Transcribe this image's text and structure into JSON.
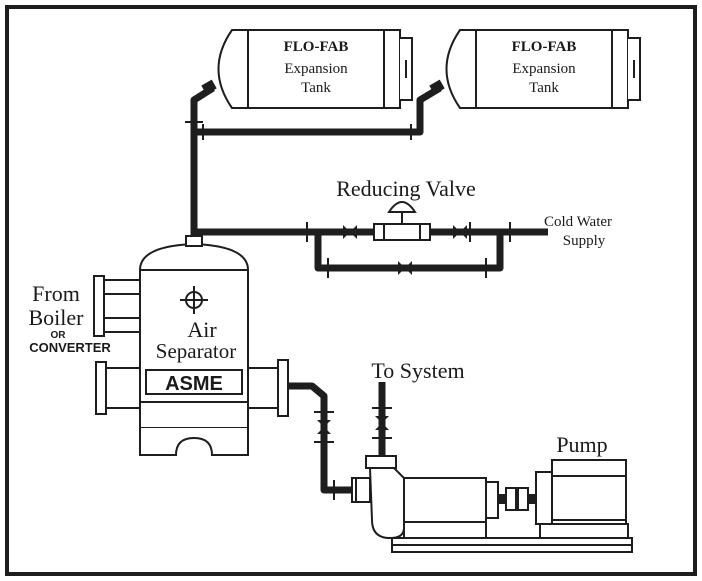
{
  "tanks": [
    {
      "brand": "FLO-FAB",
      "name_line1": "Expansion",
      "name_line2": "Tank"
    },
    {
      "brand": "FLO-FAB",
      "name_line1": "Expansion",
      "name_line2": "Tank"
    }
  ],
  "reducing_valve_label": "Reducing Valve",
  "cold_water": {
    "line1": "Cold Water",
    "line2": "Supply"
  },
  "inlet": {
    "line1": "From",
    "line2": "Boiler",
    "line3": "OR",
    "line4": "CONVERTER"
  },
  "separator": {
    "line1": "Air",
    "line2": "Separator",
    "badge": "ASME"
  },
  "to_system_label": "To System",
  "pump_label": "Pump"
}
